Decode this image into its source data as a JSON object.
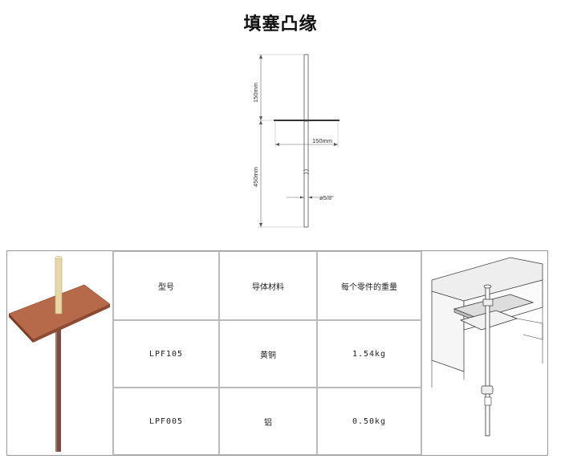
{
  "title": "填塞凸缘",
  "drawing": {
    "dim_top": "150mm",
    "dim_plate": "150mm",
    "dim_bottom": "450mm",
    "dim_rod": "ø5/8\""
  },
  "table": {
    "headers": [
      "型号",
      "导体材料",
      "每个零件的重量"
    ],
    "rows": [
      [
        "LPF105",
        "黄铜",
        "1.54kg"
      ],
      [
        "LPF005",
        "铝",
        "0.50kg"
      ]
    ]
  },
  "colors": {
    "plate": "#b66a4a",
    "rod": "#8a5a4a",
    "rod_top": "#e8d8a8"
  }
}
